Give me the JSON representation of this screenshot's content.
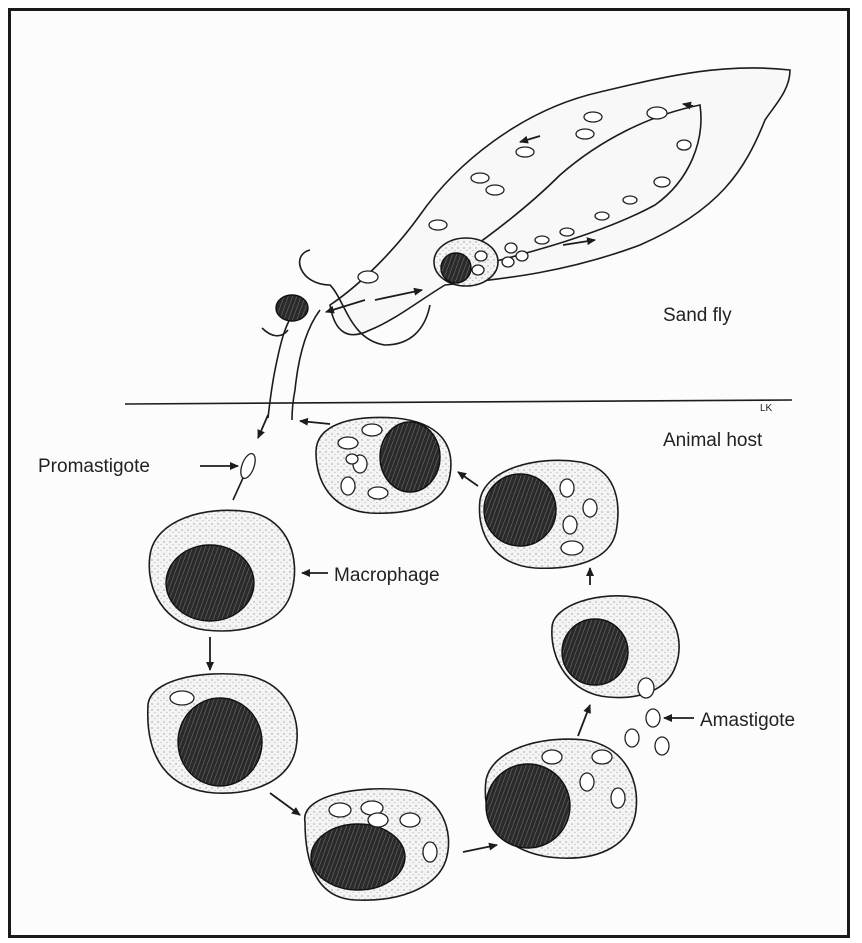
{
  "labels": {
    "sand_fly": "Sand fly",
    "animal_host": "Animal host",
    "promastigote": "Promastigote",
    "macrophage": "Macrophage",
    "amastigote": "Amastigote",
    "initials": "LK"
  }
}
